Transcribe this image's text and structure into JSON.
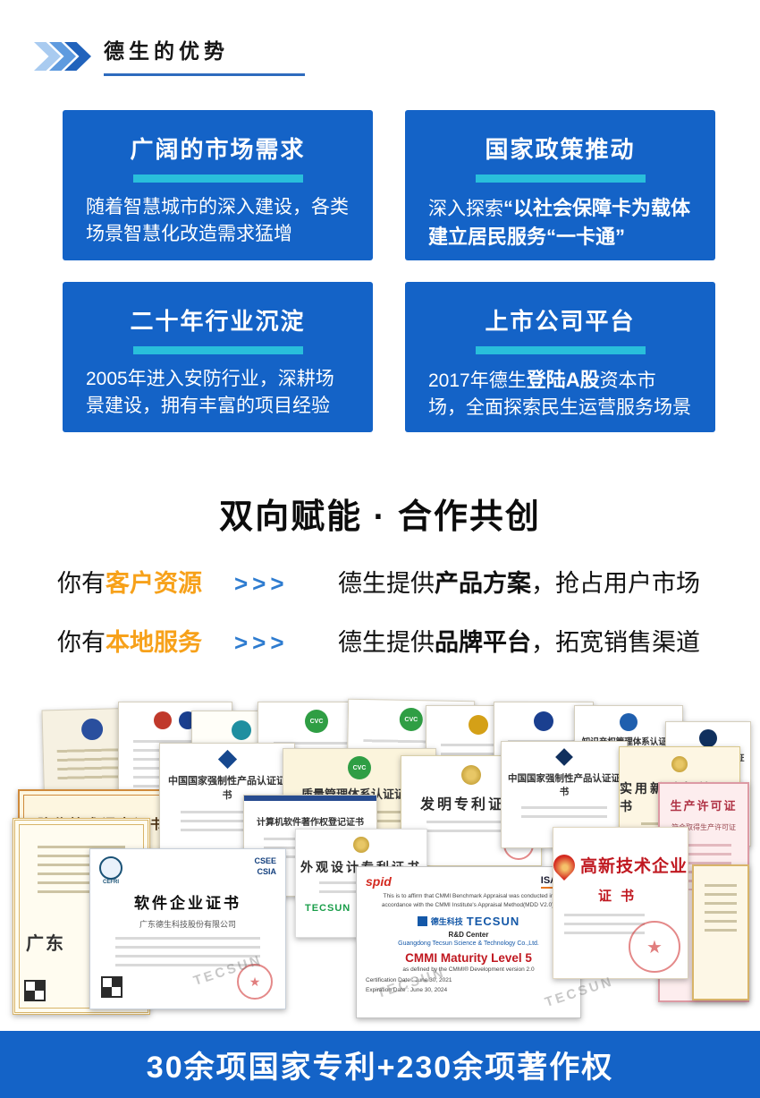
{
  "header": {
    "title": "德生的优势"
  },
  "cards": [
    {
      "title": "广阔的市场需求",
      "body": [
        {
          "text": "随着智慧城市的深入建设，各类场景智慧化改造需求猛增"
        }
      ]
    },
    {
      "title": "国家政策推动",
      "body": [
        {
          "text": "深入探索"
        },
        {
          "text": "“以社会保障卡为载体建立居民服务“一卡通”"
        }
      ]
    },
    {
      "title": "二十年行业沉淀",
      "body": [
        {
          "text": "2005年进入安防行业，深耕场景建设，拥有丰富的项目经验"
        }
      ]
    },
    {
      "title": "上市公司平台",
      "body": [
        {
          "text": "2017年德生"
        },
        {
          "text": "登陆A股"
        },
        {
          "text": "资本市场，全面探索民生运营服务场景"
        }
      ]
    }
  ],
  "section": {
    "heading": "双向赋能 · 合作共创"
  },
  "cooperation": [
    {
      "prefix": "你有",
      "highlight": "客户资源",
      "arrows": ">>>",
      "lead": "德生提供",
      "bold": "产品方案",
      "rest": "，抢占用户市场"
    },
    {
      "prefix": "你有",
      "highlight": "本地服务",
      "arrows": ">>>",
      "lead": "德生提供",
      "bold": "品牌平台",
      "rest": "，拓宽销售渠道"
    }
  ],
  "certificates": {
    "emblems": {
      "cvc": "CVC"
    },
    "seal_star": "★",
    "watermark": "TECSUN",
    "titles": {
      "fangwei": "防伪技术评审证书",
      "ccc1": "中国国家强制性产品认证证书",
      "quality": "质量管理体系认证证书",
      "invention": "发明专利证书",
      "ccc2": "中国国家强制性产品认证证书",
      "utility": "实用新型专利证书",
      "design": "外观设计专利证书",
      "design_logo": "TECSUN",
      "copyright": "计算机软件著作权登记证书",
      "ip": "知识产权管理体系认证证书",
      "crypto": "商用密码产品认证证书",
      "license": "生产许可证",
      "license_note": "符合取得生产许可证",
      "region": "广东"
    },
    "software": {
      "title": "软件企业证书",
      "company": "广东德生科技股份有限公司",
      "badge1": "CSEE",
      "badge2": "CSIA",
      "logo": "CEFRI"
    },
    "hightech": {
      "title": "高新技术企业",
      "sub": "证书"
    },
    "cmmi": {
      "brand": "spid",
      "org": "ISACA",
      "line1": "This is to affirm that CMMI Benchmark Appraisal was conducted in",
      "line2": "accordance with the CMMI Institute's Appraisal Method(MDD V2.0).",
      "logo_cn": "德生科技",
      "logo_en": "TECSUN",
      "dept": "R&D Center",
      "company": "Guangdong Tecsun Science & Technology Co.,Ltd.",
      "level": "CMMI Maturity Level 5",
      "defined": "as defined by the CMMI® Development version 2.0",
      "cert_date": "Certification Date : June 30, 2021",
      "exp_date": "Expiration Date : June 30, 2024"
    }
  },
  "banner": {
    "text": "30余项国家专利+230余项著作权"
  }
}
